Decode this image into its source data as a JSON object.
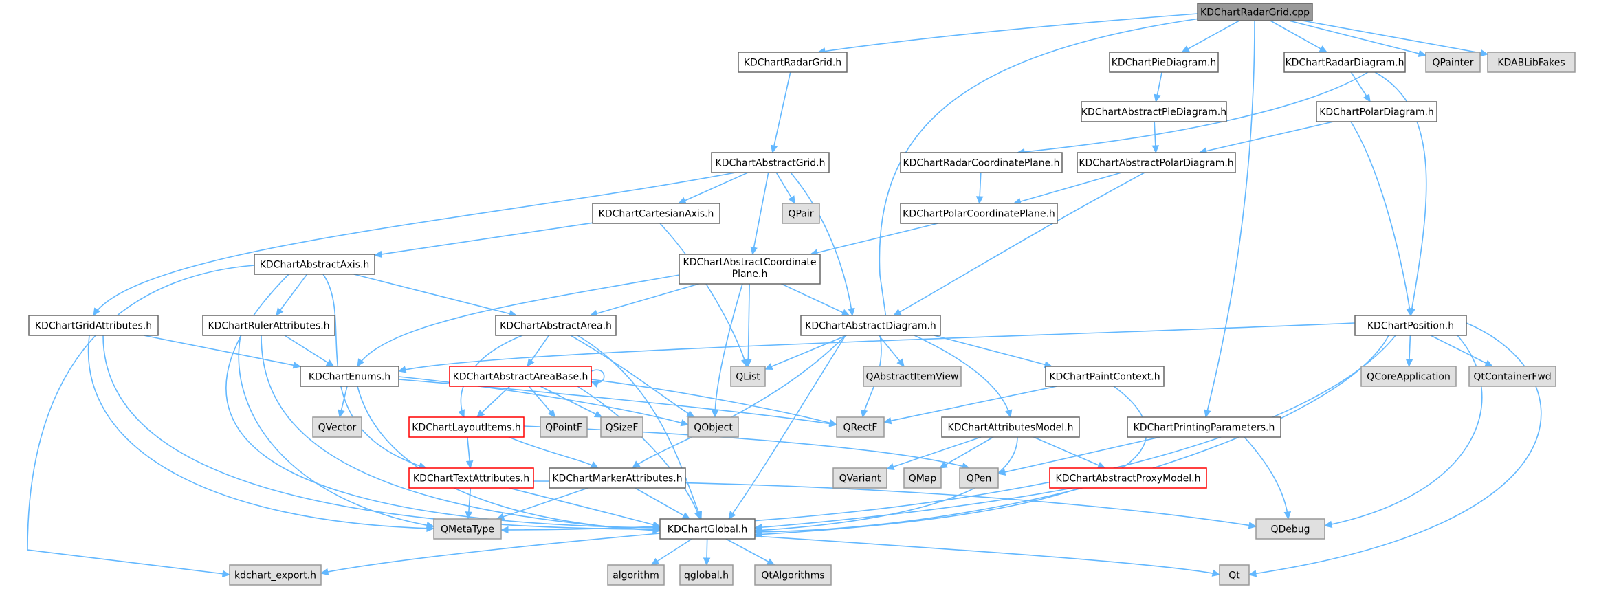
{
  "diagram": {
    "nodes": [
      {
        "id": "root",
        "label": "KDChartRadarGrid.cpp",
        "kind": "root"
      },
      {
        "id": "radargrid_h",
        "label": "KDChartRadarGrid.h",
        "kind": "normal"
      },
      {
        "id": "piediagram_h",
        "label": "KDChartPieDiagram.h",
        "kind": "normal"
      },
      {
        "id": "radardiagram_h",
        "label": "KDChartRadarDiagram.h",
        "kind": "normal"
      },
      {
        "id": "qpainter",
        "label": "QPainter",
        "kind": "external"
      },
      {
        "id": "kdablibfakes",
        "label": "KDABLibFakes",
        "kind": "external"
      },
      {
        "id": "abstractpiediagram_h",
        "label": "KDChartAbstractPieDiagram.h",
        "kind": "normal"
      },
      {
        "id": "polardiagram_h",
        "label": "KDChartPolarDiagram.h",
        "kind": "normal"
      },
      {
        "id": "abstractgrid_h",
        "label": "KDChartAbstractGrid.h",
        "kind": "normal"
      },
      {
        "id": "radarcoordinateplane_h",
        "label": "KDChartRadarCoordinatePlane.h",
        "kind": "normal"
      },
      {
        "id": "abstractpolardiagram_h",
        "label": "KDChartAbstractPolarDiagram.h",
        "kind": "normal"
      },
      {
        "id": "cartesianaxis_h",
        "label": "KDChartCartesianAxis.h",
        "kind": "normal"
      },
      {
        "id": "qpair",
        "label": "QPair",
        "kind": "external"
      },
      {
        "id": "polarcoordinateplane_h",
        "label": "KDChartPolarCoordinatePlane.h",
        "kind": "normal"
      },
      {
        "id": "abstractaxis_h",
        "label": "KDChartAbstractAxis.h",
        "kind": "normal"
      },
      {
        "id": "abstractcoordinateplane_h",
        "label": "KDChartAbstractCoordinate",
        "label2": "Plane.h",
        "kind": "normal"
      },
      {
        "id": "gridattributes_h",
        "label": "KDChartGridAttributes.h",
        "kind": "normal"
      },
      {
        "id": "rulerattributes_h",
        "label": "KDChartRulerAttributes.h",
        "kind": "normal"
      },
      {
        "id": "abstractarea_h",
        "label": "KDChartAbstractArea.h",
        "kind": "normal"
      },
      {
        "id": "abstractdiagram_h",
        "label": "KDChartAbstractDiagram.h",
        "kind": "normal"
      },
      {
        "id": "position_h",
        "label": "KDChartPosition.h",
        "kind": "normal"
      },
      {
        "id": "qlist",
        "label": "QList",
        "kind": "external"
      },
      {
        "id": "qabstractitemview",
        "label": "QAbstractItemView",
        "kind": "external"
      },
      {
        "id": "qcoreapplication",
        "label": "QCoreApplication",
        "kind": "external"
      },
      {
        "id": "qtcontainerfwd",
        "label": "QtContainerFwd",
        "kind": "external"
      },
      {
        "id": "enums_h",
        "label": "KDChartEnums.h",
        "kind": "normal"
      },
      {
        "id": "abstractareabase_h",
        "label": "KDChartAbstractAreaBase.h",
        "kind": "red"
      },
      {
        "id": "paintcontext_h",
        "label": "KDChartPaintContext.h",
        "kind": "normal"
      },
      {
        "id": "qvector",
        "label": "QVector",
        "kind": "external"
      },
      {
        "id": "qpointf",
        "label": "QPointF",
        "kind": "external"
      },
      {
        "id": "qsizef",
        "label": "QSizeF",
        "kind": "external"
      },
      {
        "id": "qobject",
        "label": "QObject",
        "kind": "external"
      },
      {
        "id": "qrectf",
        "label": "QRectF",
        "kind": "external"
      },
      {
        "id": "layoutitems_h",
        "label": "KDChartLayoutItems.h",
        "kind": "red"
      },
      {
        "id": "attributesmodel_h",
        "label": "KDChartAttributesModel.h",
        "kind": "normal"
      },
      {
        "id": "printingparameters_h",
        "label": "KDChartPrintingParameters.h",
        "kind": "normal"
      },
      {
        "id": "qvariant",
        "label": "QVariant",
        "kind": "external"
      },
      {
        "id": "qmap",
        "label": "QMap",
        "kind": "external"
      },
      {
        "id": "qpen",
        "label": "QPen",
        "kind": "external"
      },
      {
        "id": "textattributes_h",
        "label": "KDChartTextAttributes.h",
        "kind": "red"
      },
      {
        "id": "markerattributes_h",
        "label": "KDChartMarkerAttributes.h",
        "kind": "normal"
      },
      {
        "id": "abstractproxymodel_h",
        "label": "KDChartAbstractProxyModel.h",
        "kind": "red"
      },
      {
        "id": "qmetatype",
        "label": "QMetaType",
        "kind": "external"
      },
      {
        "id": "global_h",
        "label": "KDChartGlobal.h",
        "kind": "normal"
      },
      {
        "id": "qdebug",
        "label": "QDebug",
        "kind": "external"
      },
      {
        "id": "kdchart_export_h",
        "label": "kdchart_export.h",
        "kind": "external"
      },
      {
        "id": "algorithm",
        "label": "algorithm",
        "kind": "external"
      },
      {
        "id": "qglobal_h",
        "label": "qglobal.h",
        "kind": "external"
      },
      {
        "id": "qtalgorithms",
        "label": "QtAlgorithms",
        "kind": "external"
      },
      {
        "id": "qt",
        "label": "Qt",
        "kind": "external"
      }
    ],
    "edges": [
      {
        "from": "root",
        "to": "radargrid_h"
      },
      {
        "from": "root",
        "to": "piediagram_h"
      },
      {
        "from": "root",
        "to": "radardiagram_h"
      },
      {
        "from": "root",
        "to": "qpainter"
      },
      {
        "from": "root",
        "to": "kdablibfakes"
      },
      {
        "from": "root",
        "to": "paintcontext_h"
      },
      {
        "from": "root",
        "to": "printingparameters_h"
      },
      {
        "from": "radargrid_h",
        "to": "abstractgrid_h"
      },
      {
        "from": "piediagram_h",
        "to": "abstractpiediagram_h"
      },
      {
        "from": "abstractpiediagram_h",
        "to": "abstractpolardiagram_h"
      },
      {
        "from": "radardiagram_h",
        "to": "polardiagram_h"
      },
      {
        "from": "radardiagram_h",
        "to": "radarcoordinateplane_h"
      },
      {
        "from": "radardiagram_h",
        "to": "position_h"
      },
      {
        "from": "polardiagram_h",
        "to": "abstractpolardiagram_h"
      },
      {
        "from": "polardiagram_h",
        "to": "position_h"
      },
      {
        "from": "radarcoordinateplane_h",
        "to": "polarcoordinateplane_h"
      },
      {
        "from": "abstractpolardiagram_h",
        "to": "polarcoordinateplane_h"
      },
      {
        "from": "abstractpolardiagram_h",
        "to": "abstractdiagram_h"
      },
      {
        "from": "polarcoordinateplane_h",
        "to": "abstractcoordinateplane_h"
      },
      {
        "from": "abstractgrid_h",
        "to": "cartesianaxis_h"
      },
      {
        "from": "abstractgrid_h",
        "to": "qpair"
      },
      {
        "from": "abstractgrid_h",
        "to": "abstractcoordinateplane_h"
      },
      {
        "from": "abstractgrid_h",
        "to": "abstractdiagram_h"
      },
      {
        "from": "abstractgrid_h",
        "to": "gridattributes_h"
      },
      {
        "from": "cartesianaxis_h",
        "to": "abstractaxis_h"
      },
      {
        "from": "cartesianaxis_h",
        "to": "qlist"
      },
      {
        "from": "abstractaxis_h",
        "to": "rulerattributes_h"
      },
      {
        "from": "abstractaxis_h",
        "to": "abstractarea_h"
      },
      {
        "from": "abstractaxis_h",
        "to": "textattributes_h"
      },
      {
        "from": "abstractaxis_h",
        "to": "global_h"
      },
      {
        "from": "abstractaxis_h",
        "to": "kdchart_export_h"
      },
      {
        "from": "abstractcoordinateplane_h",
        "to": "abstractarea_h"
      },
      {
        "from": "abstractcoordinateplane_h",
        "to": "abstractdiagram_h"
      },
      {
        "from": "abstractcoordinateplane_h",
        "to": "enums_h"
      },
      {
        "from": "abstractcoordinateplane_h",
        "to": "qlist"
      },
      {
        "from": "abstractcoordinateplane_h",
        "to": "qobject"
      },
      {
        "from": "gridattributes_h",
        "to": "enums_h"
      },
      {
        "from": "gridattributes_h",
        "to": "qmetatype"
      },
      {
        "from": "gridattributes_h",
        "to": "global_h"
      },
      {
        "from": "rulerattributes_h",
        "to": "enums_h"
      },
      {
        "from": "rulerattributes_h",
        "to": "qmetatype"
      },
      {
        "from": "rulerattributes_h",
        "to": "global_h"
      },
      {
        "from": "abstractarea_h",
        "to": "abstractareabase_h"
      },
      {
        "from": "abstractarea_h",
        "to": "layoutitems_h"
      },
      {
        "from": "abstractarea_h",
        "to": "qobject"
      },
      {
        "from": "abstractarea_h",
        "to": "global_h"
      },
      {
        "from": "abstractdiagram_h",
        "to": "qlist"
      },
      {
        "from": "abstractdiagram_h",
        "to": "qabstractitemview"
      },
      {
        "from": "abstractdiagram_h",
        "to": "qrectf"
      },
      {
        "from": "abstractdiagram_h",
        "to": "attributesmodel_h"
      },
      {
        "from": "abstractdiagram_h",
        "to": "markerattributes_h"
      },
      {
        "from": "abstractdiagram_h",
        "to": "global_h"
      },
      {
        "from": "position_h",
        "to": "enums_h"
      },
      {
        "from": "position_h",
        "to": "qcoreapplication"
      },
      {
        "from": "position_h",
        "to": "qtcontainerfwd"
      },
      {
        "from": "position_h",
        "to": "qmetatype"
      },
      {
        "from": "position_h",
        "to": "global_h"
      },
      {
        "from": "position_h",
        "to": "qdebug"
      },
      {
        "from": "position_h",
        "to": "qt"
      },
      {
        "from": "enums_h",
        "to": "qvector"
      },
      {
        "from": "enums_h",
        "to": "qobject"
      },
      {
        "from": "enums_h",
        "to": "qrectf"
      },
      {
        "from": "enums_h",
        "to": "global_h"
      },
      {
        "from": "abstractareabase_h",
        "to": "abstractareabase_h"
      },
      {
        "from": "abstractareabase_h",
        "to": "qpointf"
      },
      {
        "from": "abstractareabase_h",
        "to": "qsizef"
      },
      {
        "from": "abstractareabase_h",
        "to": "qrectf"
      },
      {
        "from": "abstractareabase_h",
        "to": "layoutitems_h"
      },
      {
        "from": "abstractareabase_h",
        "to": "global_h"
      },
      {
        "from": "paintcontext_h",
        "to": "qrectf"
      },
      {
        "from": "paintcontext_h",
        "to": "global_h"
      },
      {
        "from": "layoutitems_h",
        "to": "textattributes_h"
      },
      {
        "from": "layoutitems_h",
        "to": "markerattributes_h"
      },
      {
        "from": "layoutitems_h",
        "to": "qpen"
      },
      {
        "from": "attributesmodel_h",
        "to": "qvariant"
      },
      {
        "from": "attributesmodel_h",
        "to": "qmap"
      },
      {
        "from": "attributesmodel_h",
        "to": "abstractproxymodel_h"
      },
      {
        "from": "attributesmodel_h",
        "to": "global_h"
      },
      {
        "from": "printingparameters_h",
        "to": "qpen"
      },
      {
        "from": "printingparameters_h",
        "to": "qdebug"
      },
      {
        "from": "textattributes_h",
        "to": "qmetatype"
      },
      {
        "from": "textattributes_h",
        "to": "global_h"
      },
      {
        "from": "textattributes_h",
        "to": "qdebug"
      },
      {
        "from": "markerattributes_h",
        "to": "qmetatype"
      },
      {
        "from": "markerattributes_h",
        "to": "global_h"
      },
      {
        "from": "abstractproxymodel_h",
        "to": "global_h"
      },
      {
        "from": "global_h",
        "to": "kdchart_export_h"
      },
      {
        "from": "global_h",
        "to": "algorithm"
      },
      {
        "from": "global_h",
        "to": "qglobal_h"
      },
      {
        "from": "global_h",
        "to": "qtalgorithms"
      },
      {
        "from": "global_h",
        "to": "qt"
      }
    ]
  }
}
